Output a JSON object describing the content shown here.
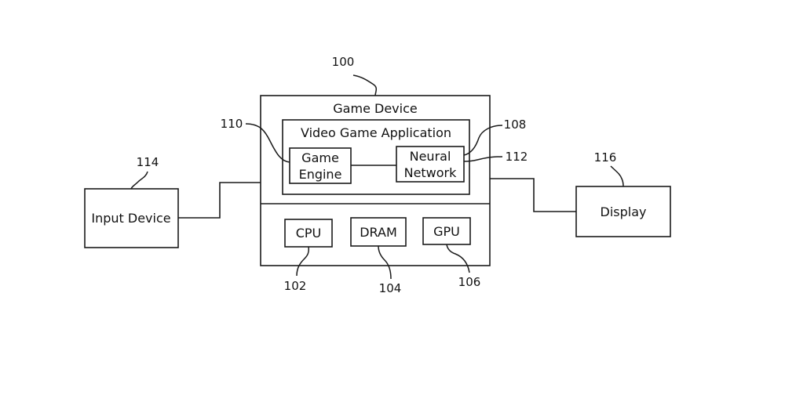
{
  "labels": {
    "game_device": "Game Device",
    "video_game_application": "Video Game Application",
    "game_engine_line1": "Game",
    "game_engine_line2": "Engine",
    "neural_network_line1": "Neural",
    "neural_network_line2": "Network",
    "cpu": "CPU",
    "dram": "DRAM",
    "gpu": "GPU",
    "input_device": "Input Device",
    "display": "Display"
  },
  "refs": {
    "game_device": "100",
    "cpu": "102",
    "dram": "104",
    "gpu": "106",
    "neural_network": "108",
    "game_engine": "110",
    "connection": "112",
    "input_device": "114",
    "display": "116"
  }
}
